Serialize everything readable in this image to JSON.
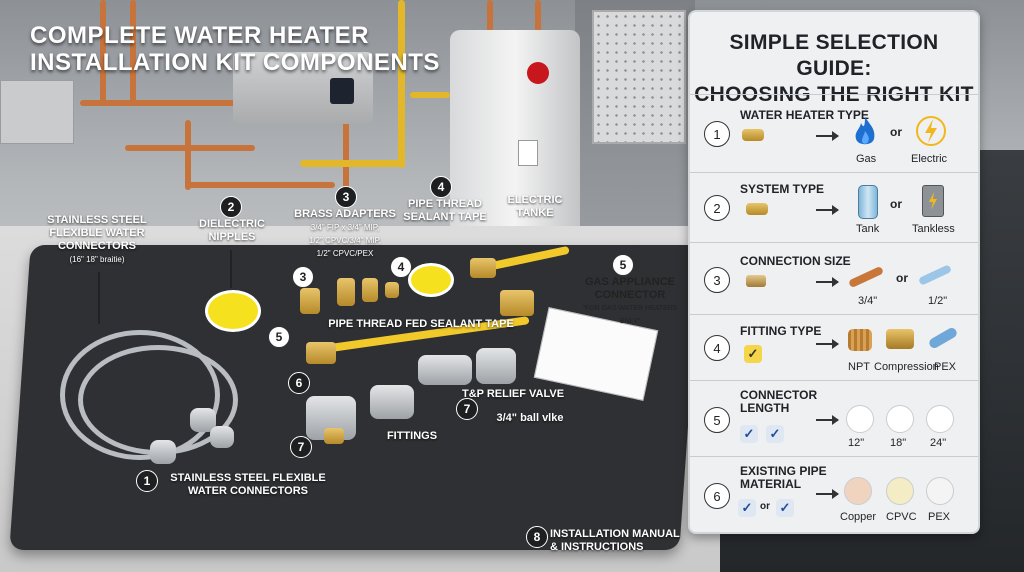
{
  "title": [
    "COMPLETE WATER HEATER",
    "INSTALLATION KIT COMPONENTS"
  ],
  "scene": {
    "labels": {
      "stainless_connectors": [
        "STAINLESS STEEL",
        "FLEXIBLE WATER",
        "CONNECTORS",
        "(16\" 18\" braitie)"
      ],
      "dielectric": [
        "DIELECTRIC",
        "NIPPLES"
      ],
      "brass": [
        "BRASS ADAPTERS",
        "3/4\" FIP x 3/4\" MIP,",
        "1/2\" CPVC/3/4\" MIP,",
        "1/2\" CPVC/PEX"
      ],
      "pipe_tape": [
        "PIPE THREAD",
        "SEALANT TAPE"
      ],
      "electric": [
        "ELECTRIC",
        "TANKE"
      ],
      "gas_connector": [
        "GAS APPLIANCE",
        "CONNECTOR",
        "\"FOR GAS WATER HEATERS",
        "BNLY\""
      ],
      "pipe_tape_fed": "PIPE THREAD FED SEALANT TAPE",
      "tp_relief": "T&P RELIEF VALVE",
      "ball_valve": "3/4\" ball vlke",
      "fittings": "FITTINGS",
      "stainless_bottom": [
        "STAINLESS STEEL FLEXIBLE",
        "WATER CONNECTORS"
      ],
      "manual": [
        "INSTALLATION MANUAL",
        "& INSTRUCTIONS"
      ]
    },
    "numbers": {
      "n1": "1",
      "n2": "2",
      "n3a": "3",
      "n3b": "3",
      "n4a": "4",
      "n4b": "4",
      "n5a": "5",
      "n5b": "5",
      "n6": "6",
      "n7a": "7",
      "n7b": "7",
      "n8": "8"
    }
  },
  "guide": {
    "title": [
      "SIMPLE SELECTION GUIDE:",
      "CHOOSING THE RIGHT KIT"
    ],
    "or": "or",
    "rows": [
      {
        "num": "1",
        "title": [
          "WATER HEATER TYPE"
        ],
        "options": [
          "Gas",
          "Electric"
        ]
      },
      {
        "num": "2",
        "title": [
          "SYSTEM TYPE"
        ],
        "options": [
          "Tank",
          "Tankless"
        ]
      },
      {
        "num": "3",
        "title": [
          "CONNECTION SIZE"
        ],
        "options": [
          "3/4\"",
          "1/2\""
        ]
      },
      {
        "num": "4",
        "title": [
          "FITTING TYPE"
        ],
        "options": [
          "NPT",
          "Compression",
          "PEX"
        ]
      },
      {
        "num": "5",
        "title": [
          "CONNECTOR",
          "LENGTH"
        ],
        "options": [
          "12\"",
          "18\"",
          "24\""
        ]
      },
      {
        "num": "6",
        "title": [
          "EXISTING PIPE",
          "MATERIAL"
        ],
        "options": [
          "Copper",
          "CPVC",
          "PEX"
        ]
      }
    ]
  },
  "colors": {
    "flame": "#1e6fd0",
    "bolt": "#f2b71f",
    "copper": "#c9763a",
    "cpvc": "#e8dc9a",
    "pex": "#9cc6e8",
    "brass": "#c99a38"
  }
}
